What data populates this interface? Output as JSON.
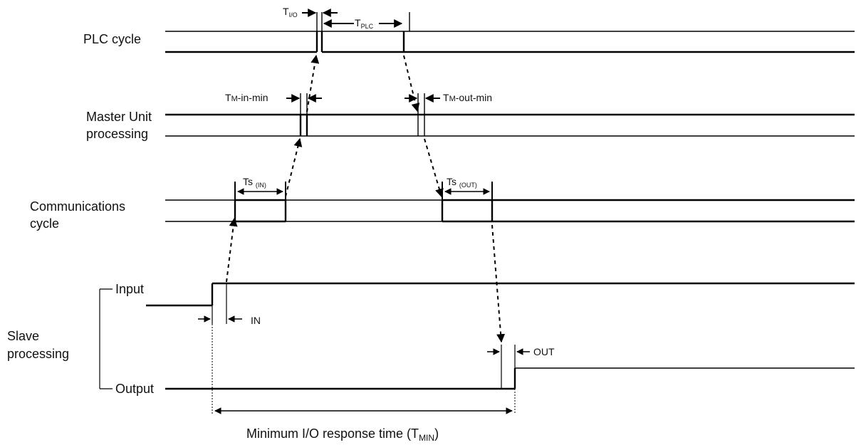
{
  "rows": {
    "plc_cycle": "PLC cycle",
    "master_line1": "Master Unit",
    "master_line2": "processing",
    "comm_line1": "Communications",
    "comm_line2": "cycle",
    "slave_line1": "Slave",
    "slave_line2": "processing",
    "input": "Input",
    "output": "Output"
  },
  "timing_labels": {
    "t_io": {
      "main": "T",
      "sub": "I/O"
    },
    "t_plc": {
      "main": "T",
      "sub": "PLC"
    },
    "tm_in_min": {
      "main": "T",
      "sc": "M",
      "rest": "-in-min"
    },
    "tm_out_min": {
      "main": "T",
      "sc": "M",
      "rest": "-out-min"
    },
    "ts_in": {
      "main": "Ts",
      "sub": "(IN)"
    },
    "ts_out": {
      "main": "Ts",
      "sub": "(OUT)"
    },
    "in": "IN",
    "out": "OUT"
  },
  "footer": {
    "text": "Minimum I/O response time (T",
    "sub": "MIN",
    "close": ")"
  }
}
